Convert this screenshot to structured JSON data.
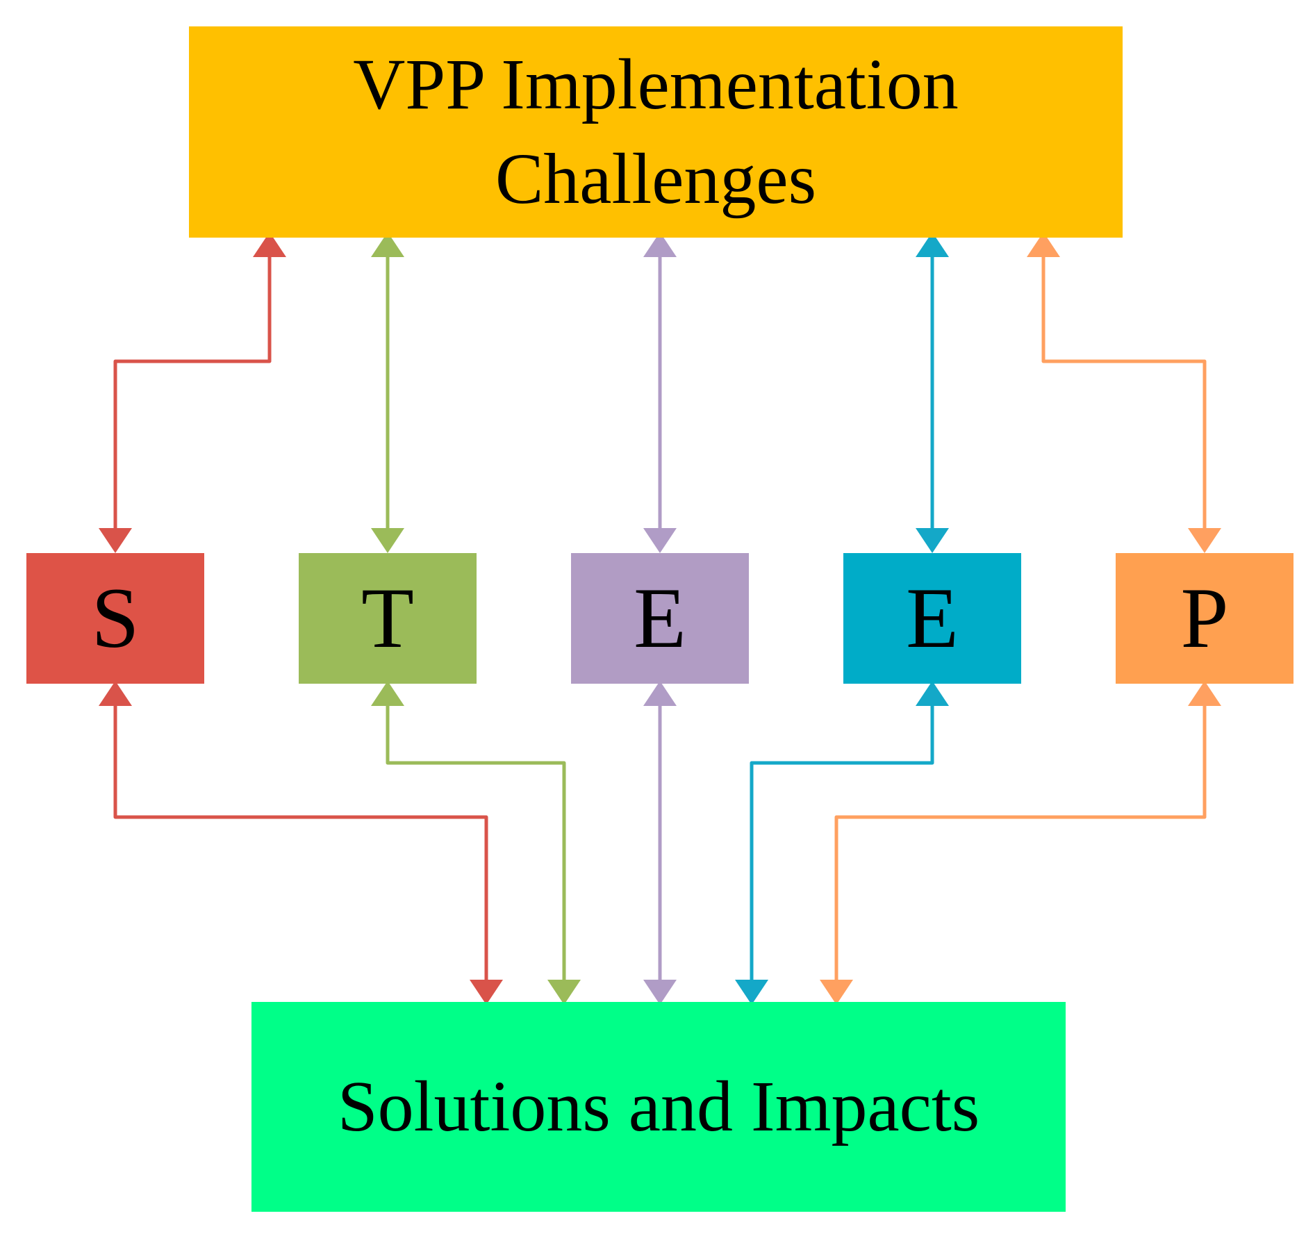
{
  "diagram": {
    "top": {
      "line1": "VPP Implementation",
      "line2": "Challenges",
      "color": "#FFC000"
    },
    "bottom": {
      "label": "Solutions and Impacts",
      "color": "#00FF88"
    },
    "letters": [
      {
        "label": "S",
        "fill": "#DE5347",
        "arrow": "#D9534A"
      },
      {
        "label": "T",
        "fill": "#9BBB59",
        "arrow": "#9BBB59"
      },
      {
        "label": "E",
        "fill": "#B19CC4",
        "arrow": "#B09CC6"
      },
      {
        "label": "E",
        "fill": "#00ACC8",
        "arrow": "#14A8C8"
      },
      {
        "label": "P",
        "fill": "#FFA050",
        "arrow": "#FFA060"
      }
    ]
  }
}
